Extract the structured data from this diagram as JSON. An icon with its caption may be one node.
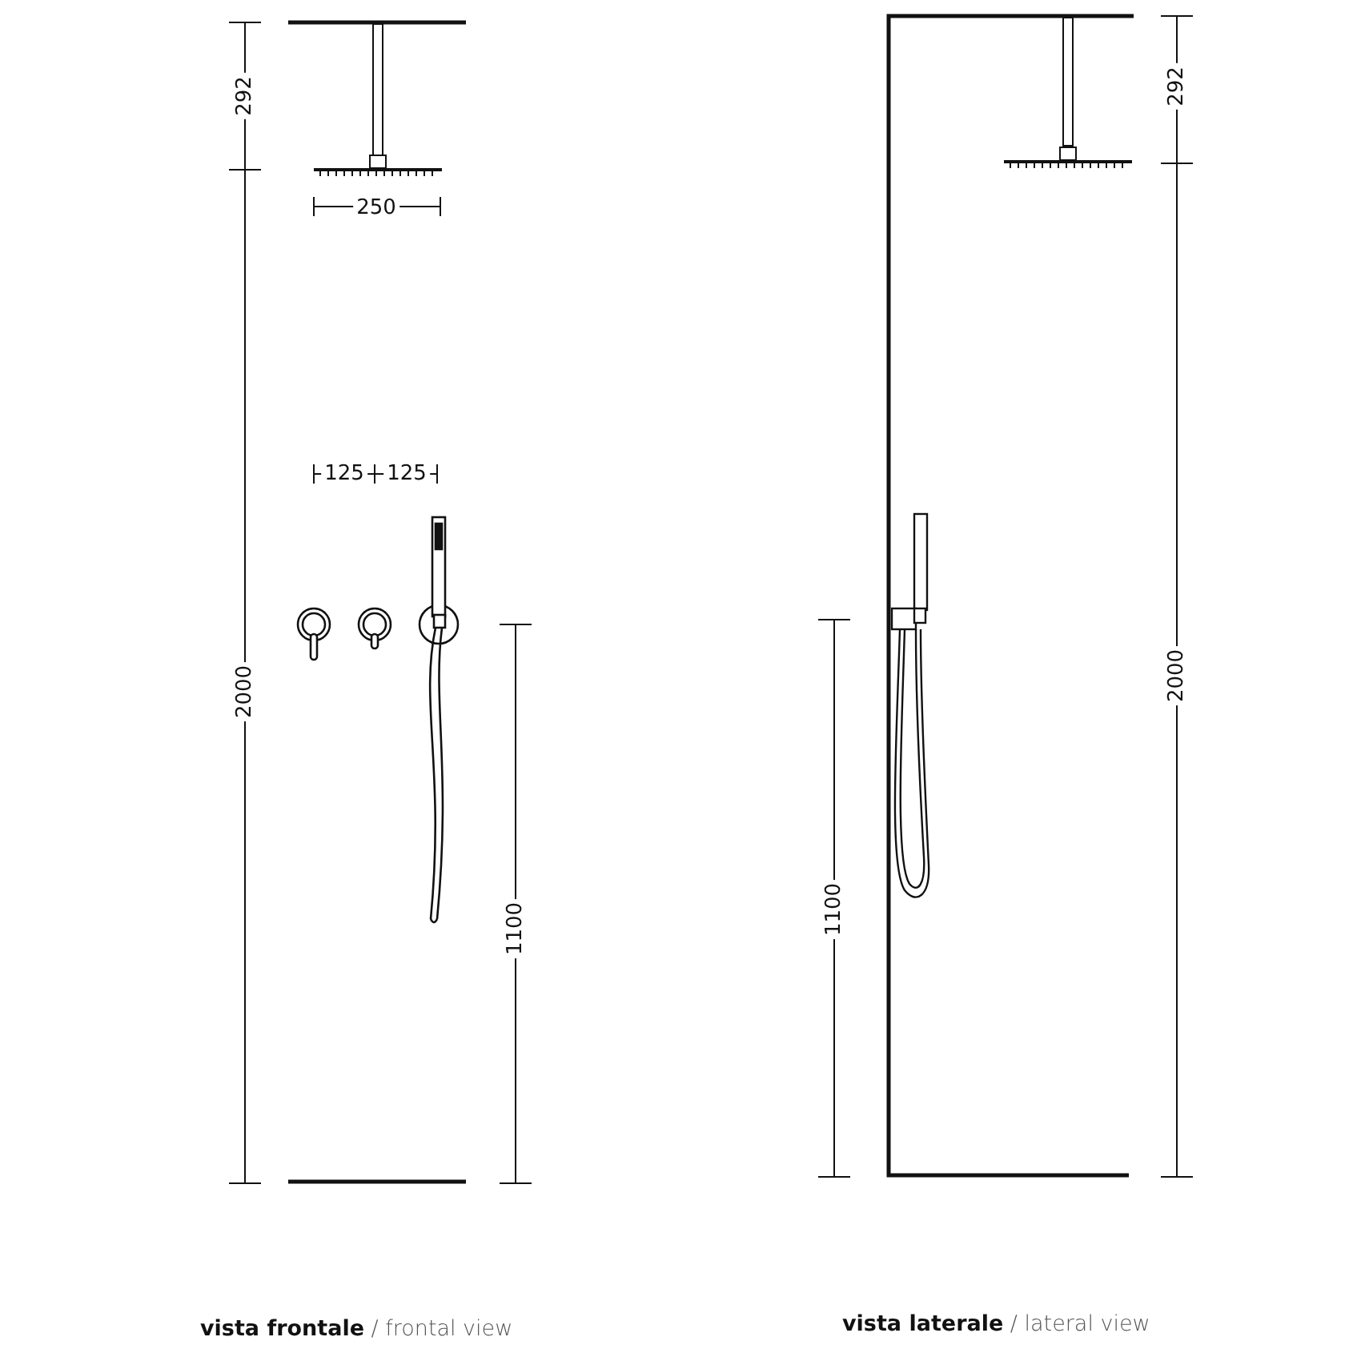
{
  "diagram": {
    "labels": [
      "292",
      "2000",
      "250",
      "125",
      "125",
      "1100",
      "292",
      "2000",
      "1100",
      "**vista frontale** / frontal view",
      "**vista laterale** / lateral view"
    ]
  }
}
